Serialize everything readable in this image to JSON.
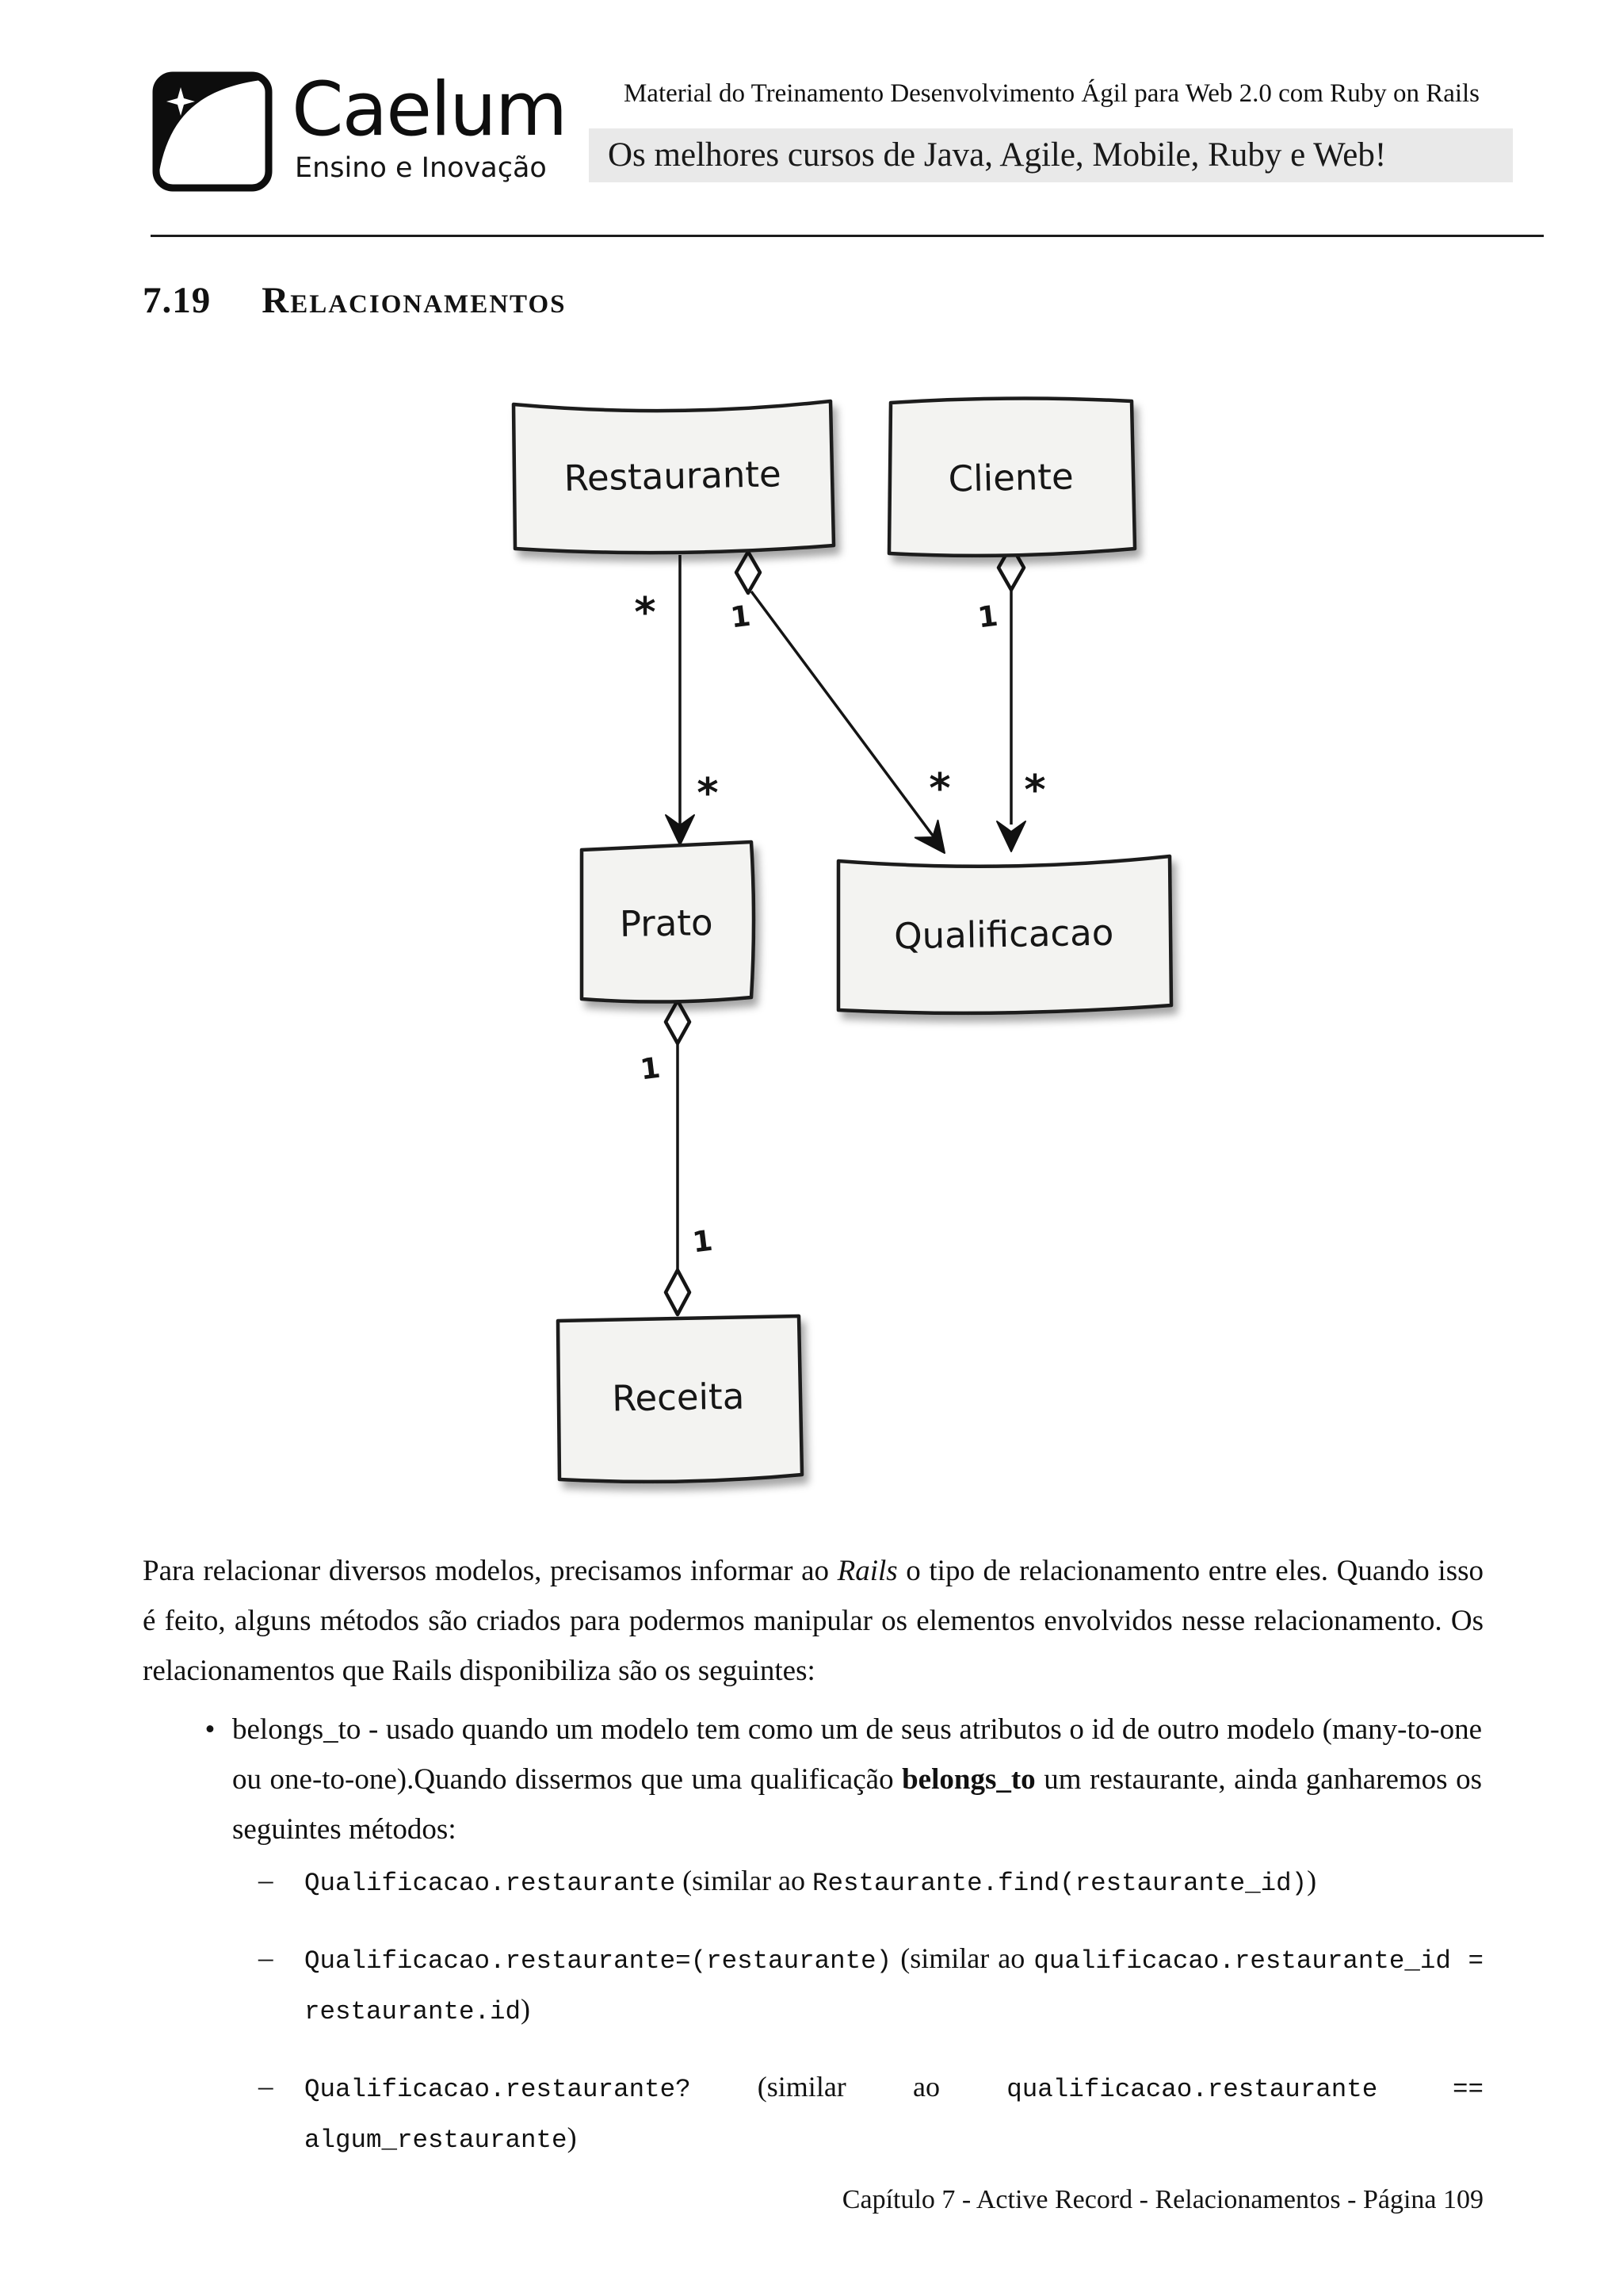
{
  "header": {
    "brand": "Caelum",
    "brand_tagline": "Ensino e Inovação",
    "training_title": "Material do Treinamento Desenvolvimento Ágil para Web 2.0 com Ruby on Rails",
    "banner": "Os melhores cursos de Java, Agile, Mobile, Ruby e Web!"
  },
  "section": {
    "number": "7.19",
    "title": "Relacionamentos"
  },
  "diagram": {
    "type": "uml-class-diagram",
    "style": "hand-drawn",
    "nodes": [
      {
        "id": "restaurante",
        "label": "Restaurante"
      },
      {
        "id": "cliente",
        "label": "Cliente"
      },
      {
        "id": "prato",
        "label": "Prato"
      },
      {
        "id": "qualificacao",
        "label": "Qualificacao"
      },
      {
        "id": "receita",
        "label": "Receita"
      }
    ],
    "edges": [
      {
        "from": "Restaurante",
        "to": "Prato",
        "source_label": "*",
        "target_label": "*",
        "source_end": "none",
        "target_end": "arrow"
      },
      {
        "from": "Restaurante",
        "to": "Qualificacao",
        "source_label": "1",
        "target_label": "*",
        "source_end": "diamond",
        "target_end": "arrow"
      },
      {
        "from": "Cliente",
        "to": "Qualificacao",
        "source_label": "1",
        "target_label": "*",
        "source_end": "diamond",
        "target_end": "arrow"
      },
      {
        "from": "Prato",
        "to": "Receita",
        "source_label": "1",
        "target_label": "1",
        "source_end": "diamond",
        "target_end": "diamond"
      }
    ]
  },
  "body": {
    "p1_before_italic": "Para relacionar diversos modelos, precisamos informar ao ",
    "p1_italic": "Rails",
    "p1_after_italic": " o tipo de relacionamento entre eles. Quando isso é feito, alguns métodos são criados para podermos manipular os elementos envolvidos nesse relacionamento. Os relacionamentos que Rails disponibiliza são os seguintes:",
    "bullet_marker": "•",
    "bullet_before_bold": "belongs_to - usado quando um modelo tem como um de seus atributos o id de outro modelo (many-to-one ou one-to-one).Quando dissermos que uma qualificação ",
    "bullet_bold": "belongs_to",
    "bullet_after_bold": " um restaurante, ainda ganharemos os seguintes métodos:",
    "sub_marker": "–",
    "sub_items": [
      {
        "code_a": "Qualificacao.restaurante",
        "plain_b": " (similar ao ",
        "code_c": "Restaurante.find(restaurante_id)",
        "plain_d": ")"
      },
      {
        "code_a": "Qualificacao.restaurante=(restaurante)",
        "plain_b": " (similar ao ",
        "code_c": "qualificacao.restaurante_id = restaurante.id",
        "plain_d": ")"
      },
      {
        "code_a": "Qualificacao.restaurante?",
        "plain_b": " (similar ao ",
        "code_c": "qualificacao.restaurante == algum_restaurante",
        "plain_d": ")"
      }
    ]
  },
  "footer": {
    "text": "Capítulo 7 - Active Record -  Relacionamentos - Página 109"
  }
}
